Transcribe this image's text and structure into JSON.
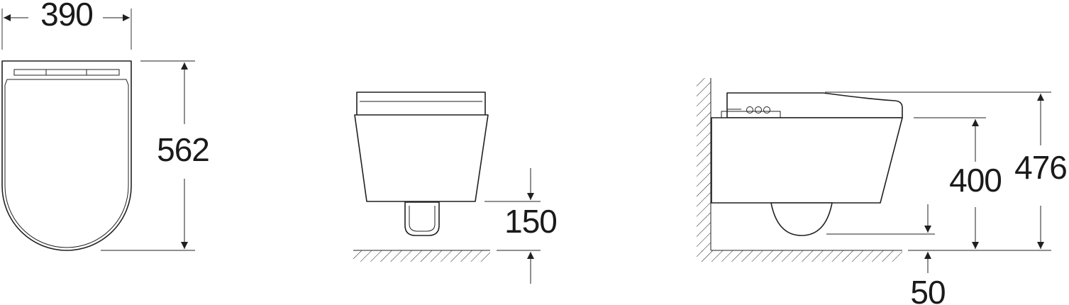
{
  "dimensions": {
    "top_width": "390",
    "top_length": "562",
    "front_clearance": "150",
    "side_height_400": "400",
    "side_height_476": "476",
    "side_clearance": "50"
  }
}
